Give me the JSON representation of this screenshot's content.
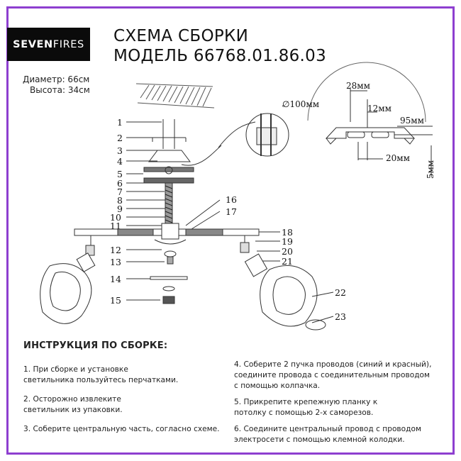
{
  "brand": {
    "logo_bold": "SEVEN",
    "logo_light": "FIRES"
  },
  "title": {
    "line1": "СХЕМА СБОРКИ",
    "line2": "МОДЕЛЬ 66768.01.86.03"
  },
  "specs": {
    "diameter": "Диаметр: 66см",
    "height": "Высота: 34см"
  },
  "part_numbers": [
    "1",
    "2",
    "3",
    "4",
    "5",
    "6",
    "7",
    "8",
    "9",
    "10",
    "11",
    "12",
    "13",
    "14",
    "15",
    "16",
    "17",
    "18",
    "19",
    "20",
    "21",
    "22",
    "23"
  ],
  "dimensions": {
    "d100": "∅100мм",
    "w28": "28мм",
    "w12": "12мм",
    "w95": "95мм",
    "w20": "20мм",
    "h5": "5мм"
  },
  "instructions": {
    "heading": "ИНСТРУКЦИЯ ПО СБОРКЕ:",
    "steps": [
      "1. При сборке и установке\nсветильника пользуйтесь перчатками.",
      "2. Осторожно извлеките\nсветильник из упаковки.",
      "3. Соберите центральную часть, согласно схеме.",
      "4. Соберите 2 пучка проводов (синий и красный),\nсоедините провода с соединительным проводом\nс помощью колпачка.",
      "5. Прикрепите крепежную планку к\nпотолку с помощью 2-х саморезов.",
      "6. Соедините центральный провод с проводом\nэлектросети с помощью клемной колодки."
    ]
  },
  "colors": {
    "frame": "#8e3fd0",
    "logo_bg": "#0b0b0b"
  }
}
